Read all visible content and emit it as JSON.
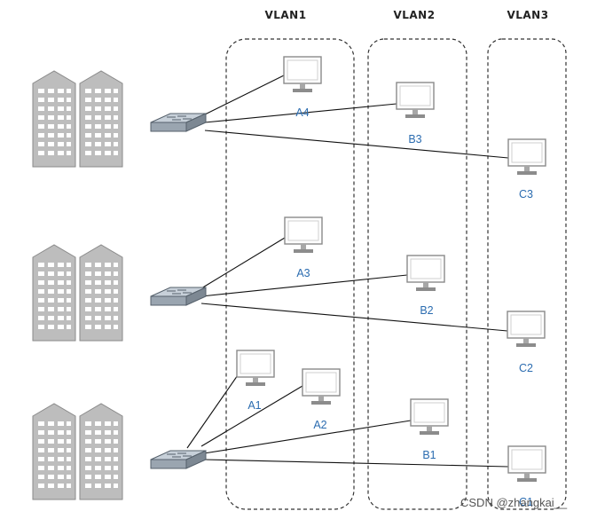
{
  "vlans": [
    {
      "id": "vlan1",
      "label": "VLAN1"
    },
    {
      "id": "vlan2",
      "label": "VLAN2"
    },
    {
      "id": "vlan3",
      "label": "VLAN3"
    }
  ],
  "pcs": [
    {
      "id": "a4",
      "label": "A4"
    },
    {
      "id": "b3",
      "label": "B3"
    },
    {
      "id": "c3",
      "label": "C3"
    },
    {
      "id": "a3",
      "label": "A3"
    },
    {
      "id": "b2",
      "label": "B2"
    },
    {
      "id": "c2",
      "label": "C2"
    },
    {
      "id": "a1",
      "label": "A1"
    },
    {
      "id": "a2",
      "label": "A2"
    },
    {
      "id": "b1",
      "label": "B1"
    },
    {
      "id": "c1",
      "label": "C1"
    }
  ],
  "watermark": "CSDN @zhangkai__",
  "colors": {
    "label": "#2b6cb0",
    "building": "#b9b9b9",
    "building_edge": "#8a8a8a",
    "switch": "#8f9aa6",
    "dashed_border": "#333333"
  },
  "icons": {
    "building": "office-building-icon",
    "switch": "network-switch-icon",
    "pc": "monitor-icon"
  }
}
